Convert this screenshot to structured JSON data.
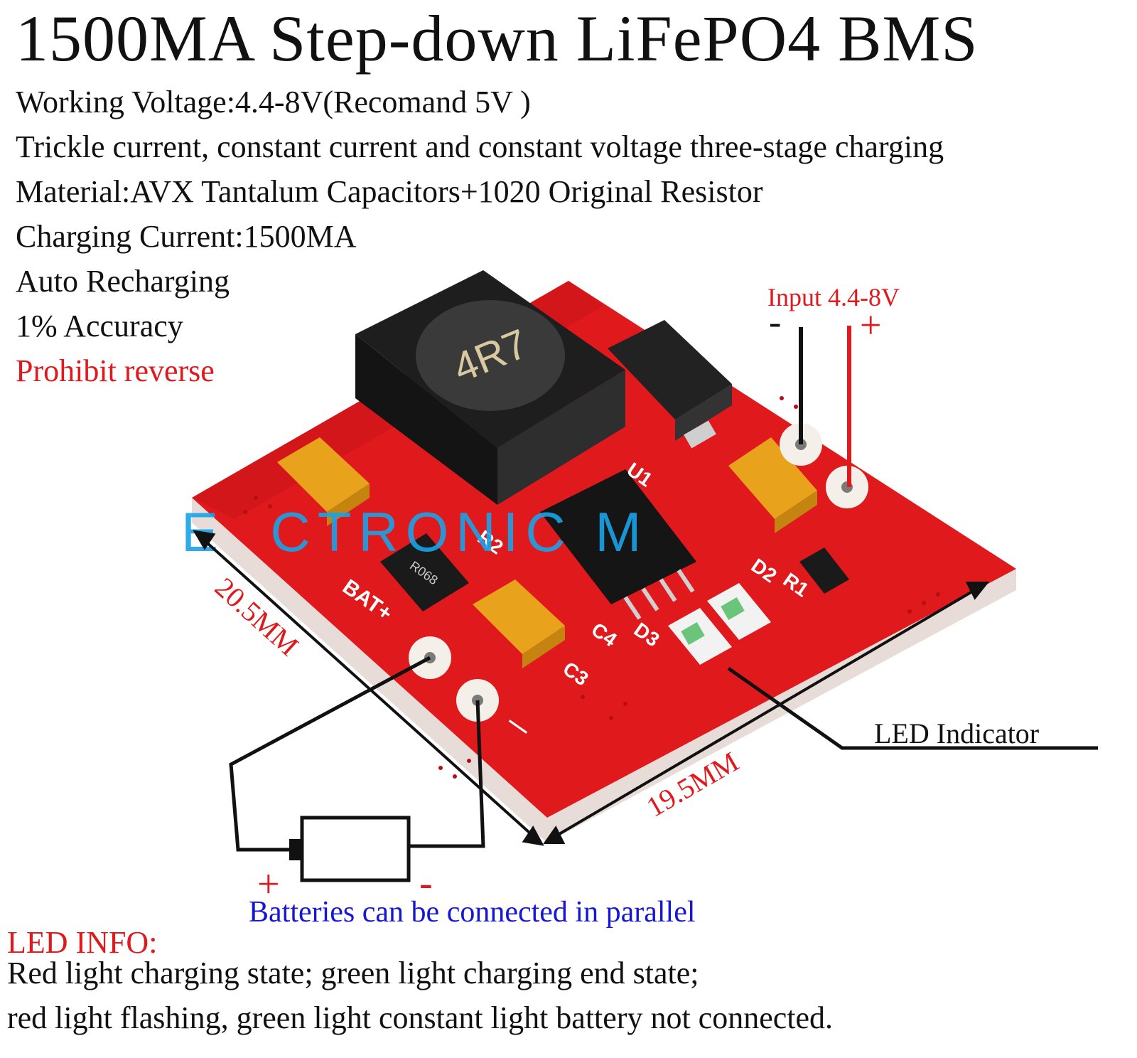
{
  "title": "1500MA Step-down LiFePO4 BMS",
  "specs": [
    "Working Voltage:4.4-8V(Recomand 5V )",
    "Trickle current, constant current and constant voltage three-stage charging",
    "Material:AVX Tantalum Capacitors+1020 Original Resistor",
    "Charging Current:1500MA",
    "Auto Recharging",
    "1% Accuracy"
  ],
  "warning": "Prohibit reverse",
  "input_label": "Input 4.4-8V",
  "input_minus": "-",
  "input_plus": "+",
  "inductor_marking": "4R7",
  "silkscreen": {
    "u1": "U1",
    "r2": "R2",
    "bat_plus": "BAT+",
    "c3": "C3",
    "c4": "C4",
    "d3": "D3",
    "d2": "D2",
    "r1": "R1",
    "minus": "—",
    "resistor_marking": "R068"
  },
  "watermark": "E  CTRONIC M",
  "dimension_width": "20.5MM",
  "dimension_length": "19.5MM",
  "led_indicator_label": "LED Indicator",
  "battery_plus": "+",
  "battery_minus": "-",
  "parallel_note": "Batteries can be connected in parallel",
  "led_info": {
    "title": "LED INFO:",
    "line1": "Red light charging state; green light charging end state;",
    "line2": "red light flashing, green light constant light battery not connected."
  },
  "colors": {
    "board_red": "#e0191d",
    "pcb_edge": "#e8dcd8",
    "inductor": "#2b2b2b",
    "tantalum": "#e8a21c",
    "annotation_red": "#e0191d",
    "annotation_blue": "#1616d6",
    "watermark": "#1aa3e8"
  }
}
